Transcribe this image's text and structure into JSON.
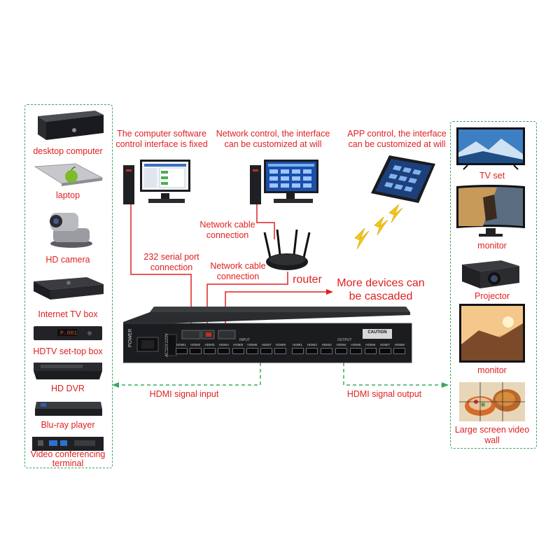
{
  "source_devices": [
    "desktop computer",
    "laptop",
    "HD camera",
    "Internet TV box",
    "HDTV set-top box",
    "HD DVR",
    "Blu-ray player",
    "Video conferencing terminal"
  ],
  "display_devices": [
    "TV set",
    "monitor",
    "Projector",
    "monitor",
    "Large screen video wall"
  ],
  "control": {
    "software": "The computer software control interface is fixed",
    "network": "Network control, the interface can be customized at will",
    "app": "APP control, the interface can be customized at will",
    "network_cable_1": "Network cable connection",
    "network_cable_2": "Network cable connection",
    "serial": "232 serial port connection",
    "router": "router",
    "cascade": "More devices can be cascaded"
  },
  "signals": {
    "input": "HDMI signal input",
    "output": "HDMI signal output"
  },
  "matrix": {
    "power": "POWER",
    "voltage": "AC110-220V",
    "input_label": "INPUT",
    "output_label": "OUTPUT",
    "caution": "CAUTION",
    "ports_in": [
      "HDMI1",
      "HDMI2",
      "HDMI3",
      "HDMI4",
      "HDMI5",
      "HDMI6",
      "HDMI7",
      "HDMI8"
    ],
    "ports_out": [
      "HDMI1",
      "HDMI2",
      "HDMI3",
      "HDMI4",
      "HDMI5",
      "HDMI6",
      "HDMI7",
      "HDMI8"
    ]
  },
  "colors": {
    "label_red": "#e02020",
    "panel_green": "#3aa860",
    "device_dark": "#1e1f22"
  }
}
